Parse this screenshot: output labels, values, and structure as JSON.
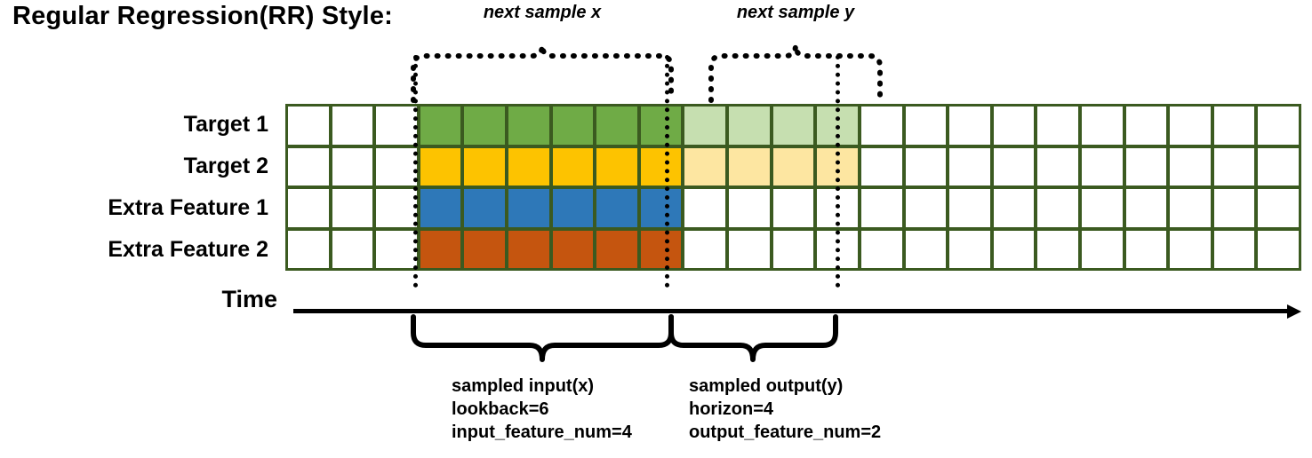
{
  "title": "Regular Regression(RR) Style:",
  "rows": [
    {
      "label": "Target 1",
      "name": "target-1"
    },
    {
      "label": "Target 2",
      "name": "target-2"
    },
    {
      "label": "Extra Feature 1",
      "name": "extra-feature-1"
    },
    {
      "label": "Extra Feature 2",
      "name": "extra-feature-2"
    }
  ],
  "grid": {
    "columns": 23,
    "input_start_col": 4,
    "input_end_col": 9,
    "output_start_col": 10,
    "output_end_col": 13,
    "cell_classes": [
      [
        "",
        "",
        "",
        "green",
        "green",
        "green",
        "green",
        "green",
        "green",
        "green-light",
        "green-light",
        "green-light",
        "green-light",
        "",
        "",
        "",
        "",
        "",
        "",
        "",
        "",
        "",
        ""
      ],
      [
        "",
        "",
        "",
        "amber",
        "amber",
        "amber",
        "amber",
        "amber",
        "amber",
        "amber-light",
        "amber-light",
        "amber-light",
        "amber-light",
        "",
        "",
        "",
        "",
        "",
        "",
        "",
        "",
        "",
        ""
      ],
      [
        "",
        "",
        "",
        "blue",
        "blue",
        "blue",
        "blue",
        "blue",
        "blue",
        "",
        "",
        "",
        "",
        "",
        "",
        "",
        "",
        "",
        "",
        "",
        "",
        "",
        ""
      ],
      [
        "",
        "",
        "",
        "orange",
        "orange",
        "orange",
        "orange",
        "orange",
        "orange",
        "",
        "",
        "",
        "",
        "",
        "",
        "",
        "",
        "",
        "",
        "",
        "",
        "",
        ""
      ]
    ]
  },
  "axis": {
    "label": "Time"
  },
  "top_braces": [
    {
      "caption": "next sample x",
      "name": "next-sample-x"
    },
    {
      "caption": "next sample y",
      "name": "next-sample-y"
    }
  ],
  "bottom_braces": [
    {
      "name": "sampled-input",
      "lines": [
        "sampled input(x)",
        "lookback=6",
        "input_feature_num=4"
      ]
    },
    {
      "name": "sampled-output",
      "lines": [
        "sampled output(y)",
        "horizon=4",
        "output_feature_num=2"
      ]
    }
  ],
  "colors": {
    "grid_border": "#3b5a20",
    "target1": "#6fab46",
    "target1_light": "#c6dfb0",
    "target2": "#fdc300",
    "target2_light": "#fde6a1",
    "extra1": "#2e78b8",
    "extra2": "#c5550f"
  }
}
